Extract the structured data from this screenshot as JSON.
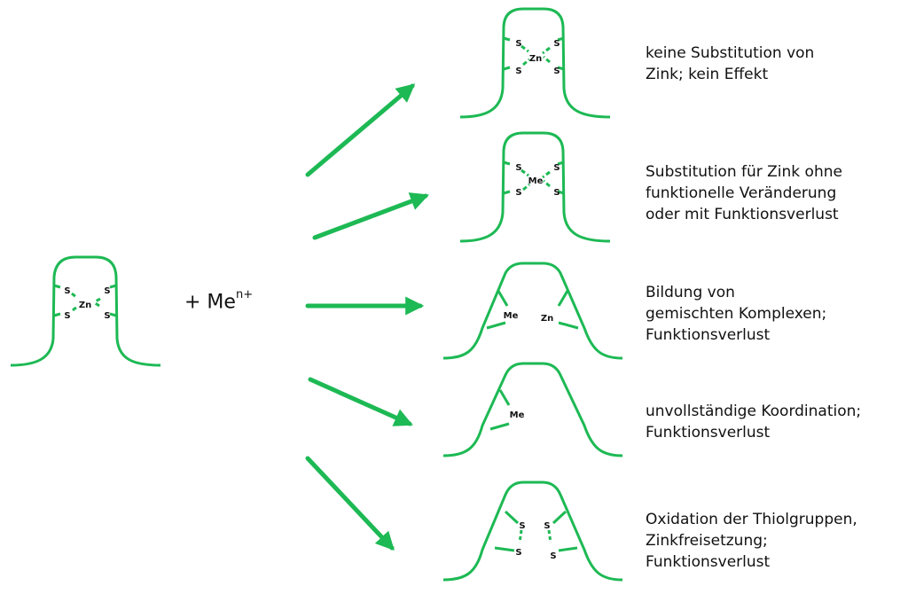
{
  "colors": {
    "accent": "#1db954",
    "text": "#111111"
  },
  "reactant": {
    "metal": "Zn",
    "ligands": [
      "S",
      "S",
      "S",
      "S"
    ]
  },
  "reagent": {
    "prefix": "+ Me",
    "superscript": "n+"
  },
  "outcomes": [
    {
      "metal_labels": [
        "Zn"
      ],
      "ligands": [
        "S",
        "S",
        "S",
        "S"
      ],
      "lines": [
        "keine Substitution von",
        "Zink; kein Effekt"
      ]
    },
    {
      "metal_labels": [
        "Me"
      ],
      "ligands": [
        "S",
        "S",
        "S",
        "S"
      ],
      "lines": [
        "Substitution für Zink ohne",
        "funktionelle Veränderung",
        "oder mit Funktionsverlust"
      ]
    },
    {
      "metal_labels": [
        "Me",
        "Zn"
      ],
      "ligands": [],
      "lines": [
        "Bildung von",
        "gemischten Komplexen;",
        "Funktionsverlust"
      ]
    },
    {
      "metal_labels": [
        "Me"
      ],
      "ligands": [],
      "lines": [
        "unvollständige Koordination;",
        "Funktionsverlust"
      ]
    },
    {
      "metal_labels": [],
      "ligands": [
        "S",
        "S",
        "S",
        "S"
      ],
      "lines": [
        "Oxidation der Thiolgruppen,",
        "Zinkfreisetzung;",
        "Funktionsverlust"
      ]
    }
  ]
}
